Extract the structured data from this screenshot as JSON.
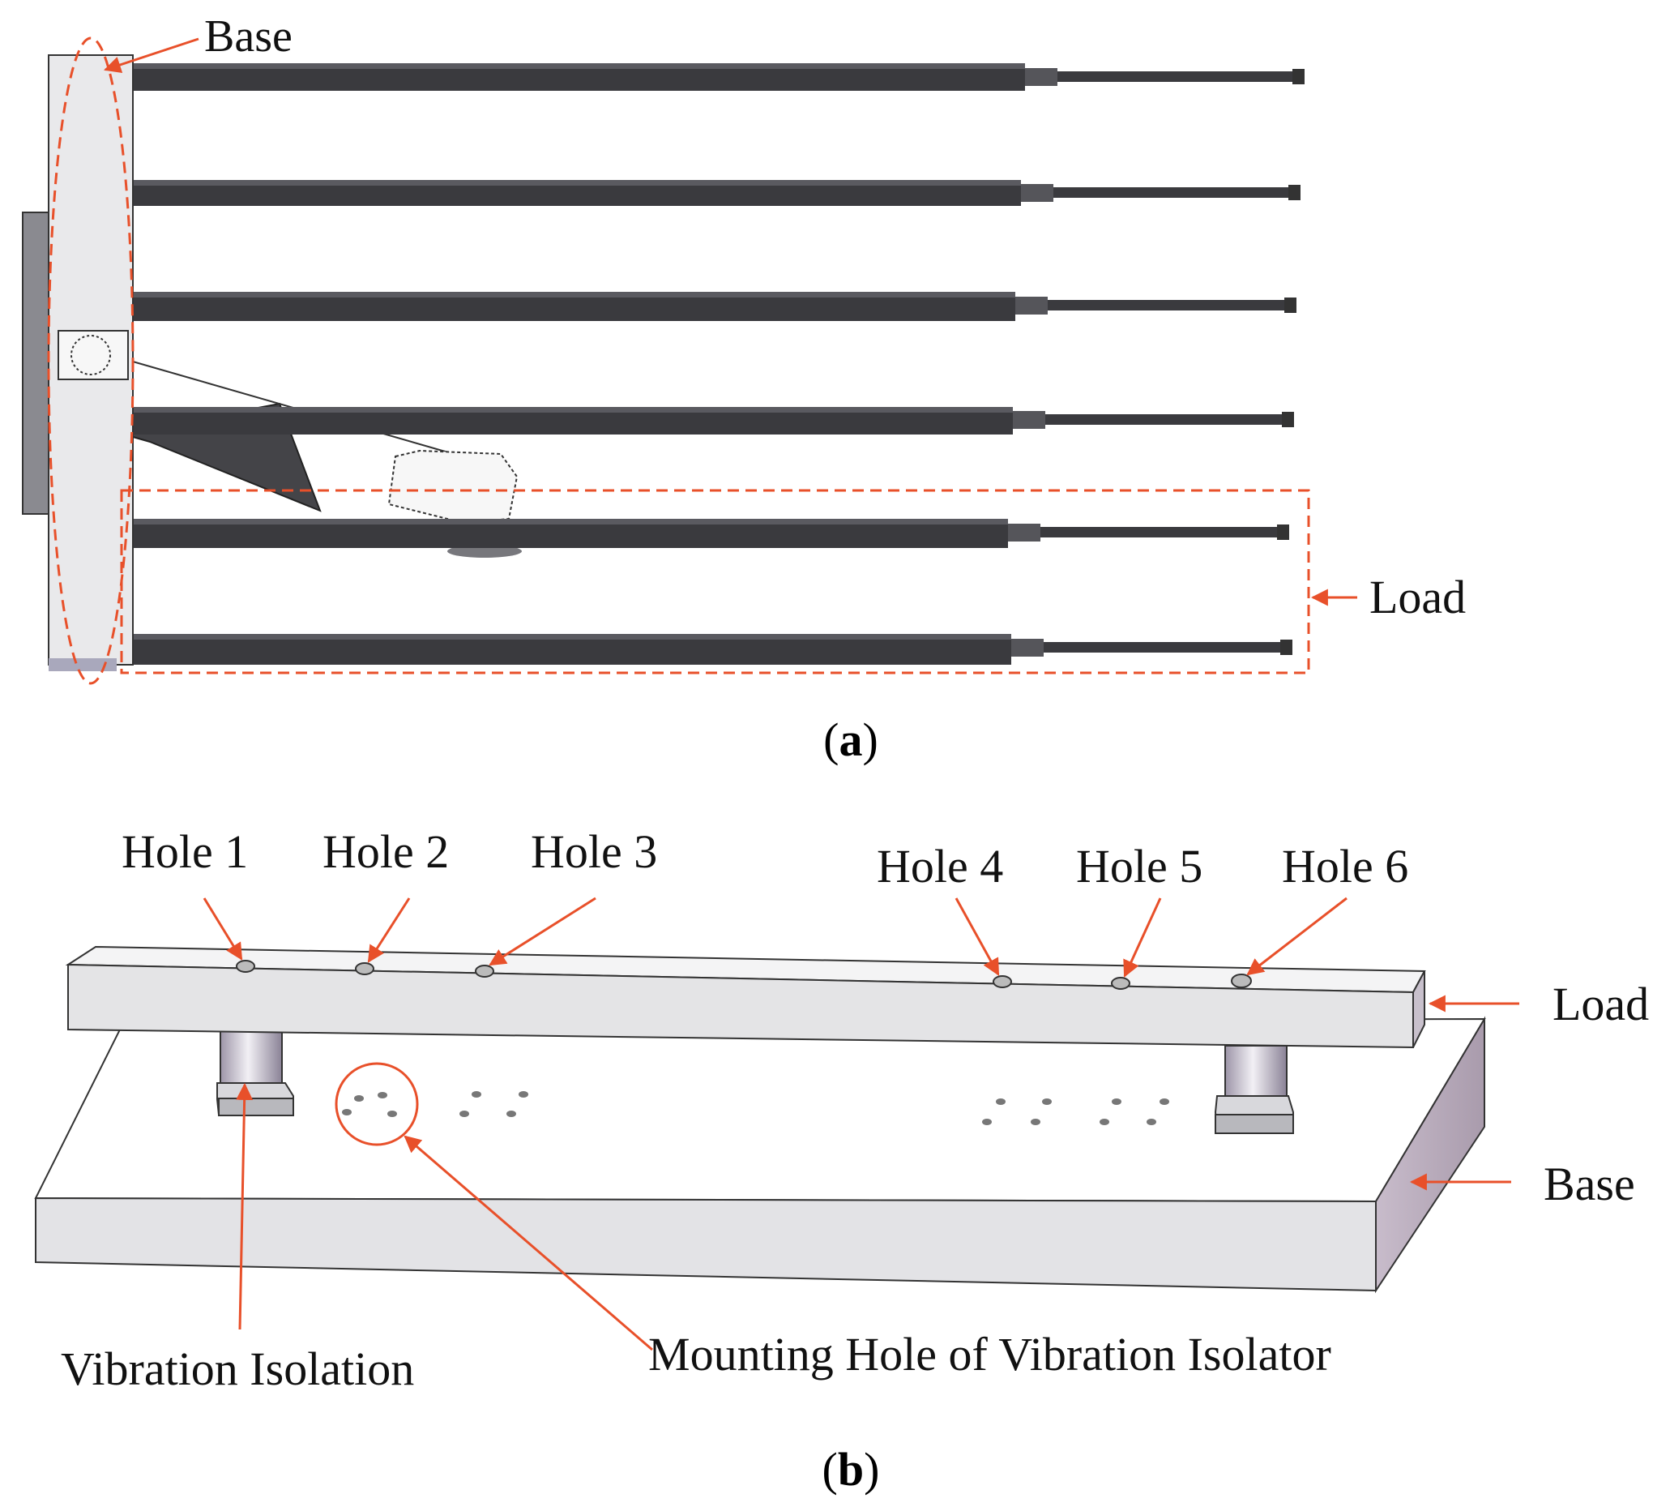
{
  "panel_a": {
    "caption_open": "(",
    "caption_letter": "a",
    "caption_close": ")",
    "labels": {
      "base": "Base",
      "load": "Load"
    }
  },
  "panel_b": {
    "caption_open": "(",
    "caption_letter": "b",
    "caption_close": ")",
    "holes": [
      "Hole 1",
      "Hole 2",
      "Hole 3",
      "Hole 4",
      "Hole 5",
      "Hole 6"
    ],
    "labels": {
      "load": "Load",
      "base": "Base",
      "vibration_isolation": "Vibration Isolation",
      "mounting_hole": "Mounting Hole of Vibration Isolator"
    }
  },
  "colors": {
    "annotation": "#e8502a",
    "beam": "#3a3a3e",
    "plate_light": "#e9e9eb",
    "plate_side": "#c9c9cd",
    "base_side": "#b9aab8"
  }
}
